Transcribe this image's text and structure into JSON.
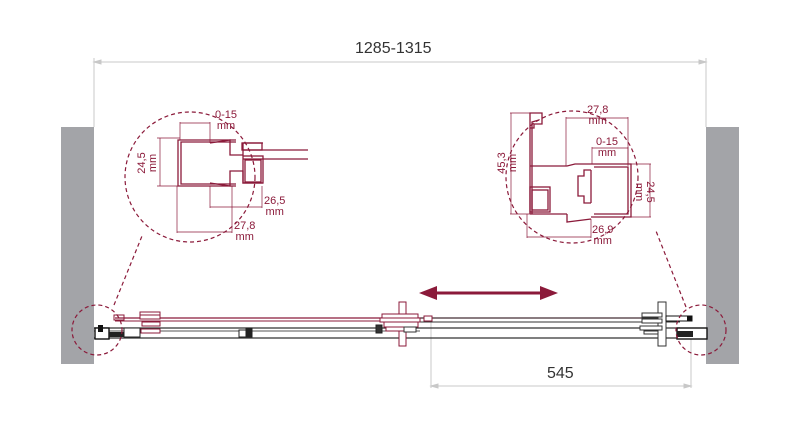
{
  "diagram": {
    "type": "sliding shower door top-view installation diagram",
    "colors": {
      "profile": "#8b1a3a",
      "dimension_line": "#c8c8c8",
      "wall": "#a3a4a8",
      "rail": "#333333",
      "text": "#333333"
    },
    "overall_width": {
      "value": "1285-1315"
    },
    "opening_width": {
      "value": "545"
    },
    "slide_direction_arrow": "double-arrow-icon",
    "detail_left": {
      "gap": {
        "value": "0-15",
        "unit": "mm"
      },
      "height": {
        "value": "24,5",
        "unit": "mm"
      },
      "depth_a": {
        "value": "26,5",
        "unit": "mm"
      },
      "depth_b": {
        "value": "27,8",
        "unit": "mm"
      }
    },
    "detail_right": {
      "width_top": {
        "value": "27,8",
        "unit": "mm"
      },
      "gap": {
        "value": "0-15",
        "unit": "mm"
      },
      "height": {
        "value": "45,3",
        "unit": "mm"
      },
      "profile_height": {
        "value": "24,5",
        "unit": "mm"
      },
      "depth": {
        "value": "26,9",
        "unit": "mm"
      }
    }
  }
}
